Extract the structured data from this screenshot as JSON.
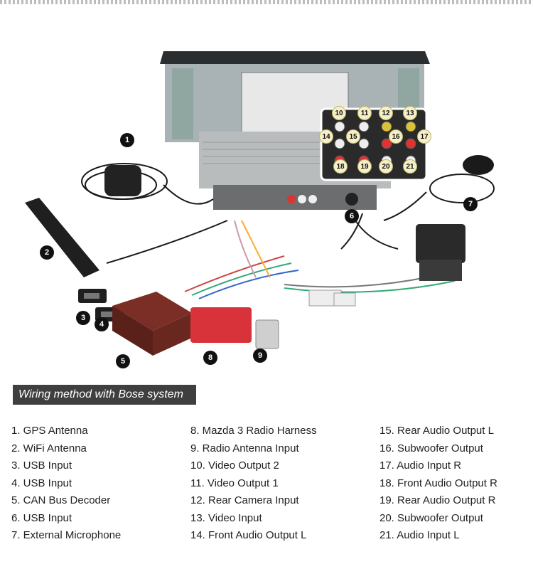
{
  "banner": {
    "text": "Wiring method with Bose system"
  },
  "callouts": [
    "1",
    "2",
    "3",
    "4",
    "5",
    "6",
    "7",
    "8",
    "9"
  ],
  "port_labels": [
    "10",
    "11",
    "12",
    "13",
    "14",
    "15",
    "16",
    "17",
    "18",
    "19",
    "20",
    "21"
  ],
  "legend": {
    "col1": [
      "1. GPS Antenna",
      "2. WiFi Antenna",
      "3. USB Input",
      "4. USB Input",
      "5. CAN Bus Decoder",
      "6. USB Input",
      "7. External Microphone"
    ],
    "col2": [
      "8. Mazda 3 Radio Harness",
      "9. Radio Antenna Input",
      "10. Video Output 2",
      "11. Video Output 1",
      "12. Rear Camera Input",
      "13. Video Input",
      "14. Front Audio Output L"
    ],
    "col3": [
      "15. Rear Audio Output L",
      "16. Subwoofer Output",
      "17. Audio Input R",
      "18. Front Audio Output R",
      "19. Rear Audio Output R",
      "20. Subwoofer Output",
      "21. Audio Input L"
    ]
  }
}
